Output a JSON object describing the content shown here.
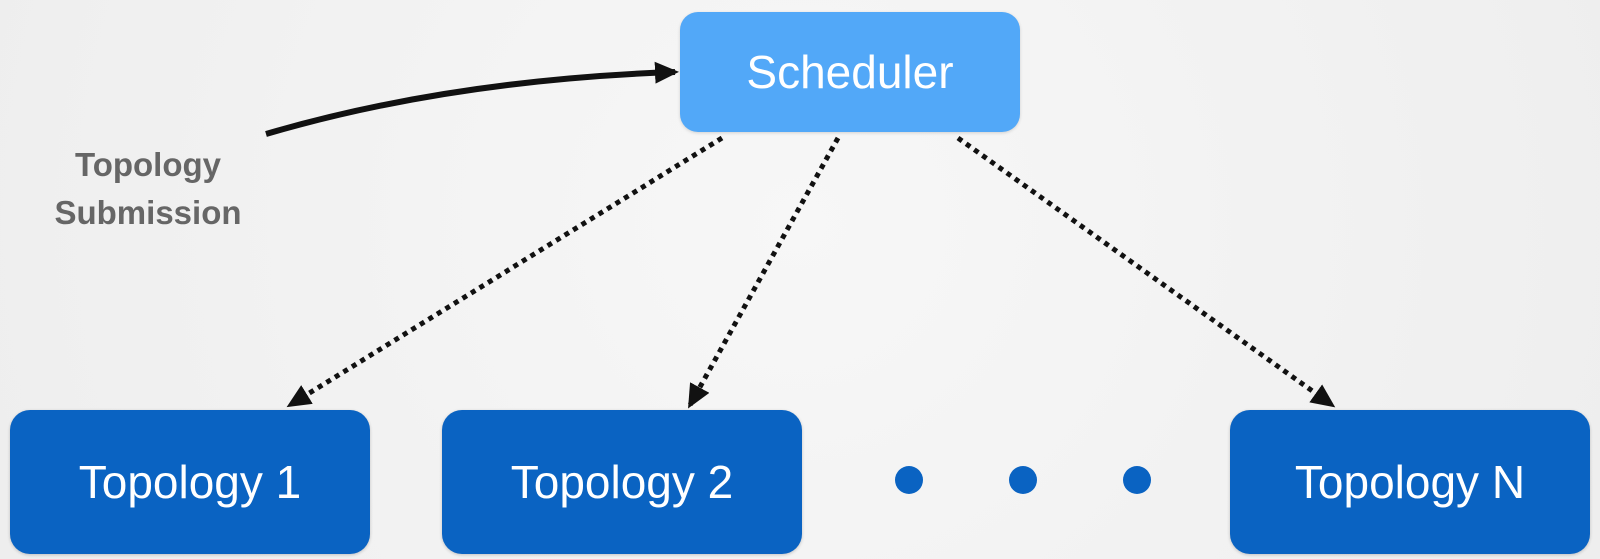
{
  "diagram": {
    "scheduler": {
      "label": "Scheduler"
    },
    "submission": {
      "line1": "Topology",
      "line2": "Submission"
    },
    "topologies": [
      {
        "label": "Topology 1"
      },
      {
        "label": "Topology 2"
      },
      {
        "label": "Topology N"
      }
    ],
    "ellipsis_dot_count": 3,
    "colors": {
      "background": "#f2f2f2",
      "scheduler_fill": "#52a8f8",
      "topology_fill": "#0a63c2",
      "node_text": "#ffffff",
      "label_text": "#666666",
      "arrow": "#111111"
    }
  }
}
